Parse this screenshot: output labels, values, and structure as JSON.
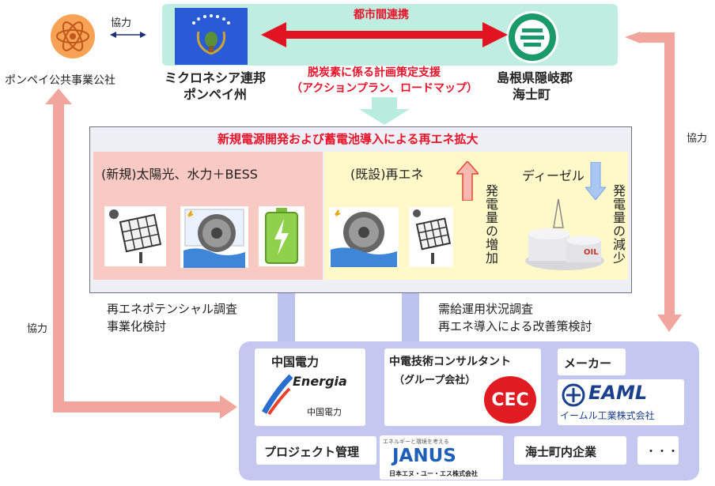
{
  "pohnpei_utility": {
    "name": "ポンペイ公共事業公社",
    "coop_label": "協力"
  },
  "partnership": {
    "city_link": "都市間連携",
    "micronesia": {
      "line1": "ミクロネシア連邦",
      "line2": "ポンペイ州"
    },
    "ama": {
      "line1": "島根県隠岐郡",
      "line2": "海士町"
    },
    "support_line1": "脱炭素に係る計画策定支援",
    "support_line2": "（アクションプラン、ロードマップ）"
  },
  "right_coop_label": "協力",
  "left_coop_label": "協力",
  "plan_box": {
    "title": "新規電源開発および蓄電池導入による再エネ拡大",
    "new_panel": {
      "label": "(新規)太陽光、水力＋BESS",
      "icons": [
        "solar-panel-icon",
        "water-turbine-icon",
        "battery-icon"
      ]
    },
    "existing_panel": {
      "label": "(既設)再エネ",
      "increase": "発電量の増加",
      "diesel": "ディーゼル",
      "decrease": "発電量の減少",
      "oil_text": "OIL",
      "icons": [
        "water-turbine-icon",
        "solar-panel-icon",
        "oil-tank-icon"
      ]
    }
  },
  "study_left": {
    "line1": "再エネポテンシャル調査",
    "line2": "事業化検討"
  },
  "study_right": {
    "line1": "需給運用状況調査",
    "line2": "再エネ導入による改善策検討"
  },
  "team": {
    "chugoku": {
      "label": "中国電力",
      "logo_text": "Energia",
      "logo_sub": "中国電力"
    },
    "cec": {
      "label": "中電技術コンサルタント",
      "sub": "（グループ会社）",
      "logo_text": "CEC"
    },
    "maker": {
      "label": "メーカー",
      "logo_text": "EAML",
      "logo_sub": "イームル工業株式会社"
    },
    "pm": {
      "label": "プロジェクト管理",
      "logo_top": "エネルギーと環境を考える",
      "logo_text": "JANUS",
      "logo_sub": "日本エヌ・ユー・エス株式会社"
    },
    "local": {
      "label": "海士町内企業"
    },
    "more": {
      "label": "・・・"
    }
  },
  "colors": {
    "accent_red": "#e8132a",
    "teal_band": "#bfeee0",
    "plan_box": "#eef0f6",
    "panel_pink": "#f9c9c3",
    "panel_yellow": "#fff8c8",
    "team_box": "#c4c8f0",
    "coop_arrow": "#f2958a"
  }
}
